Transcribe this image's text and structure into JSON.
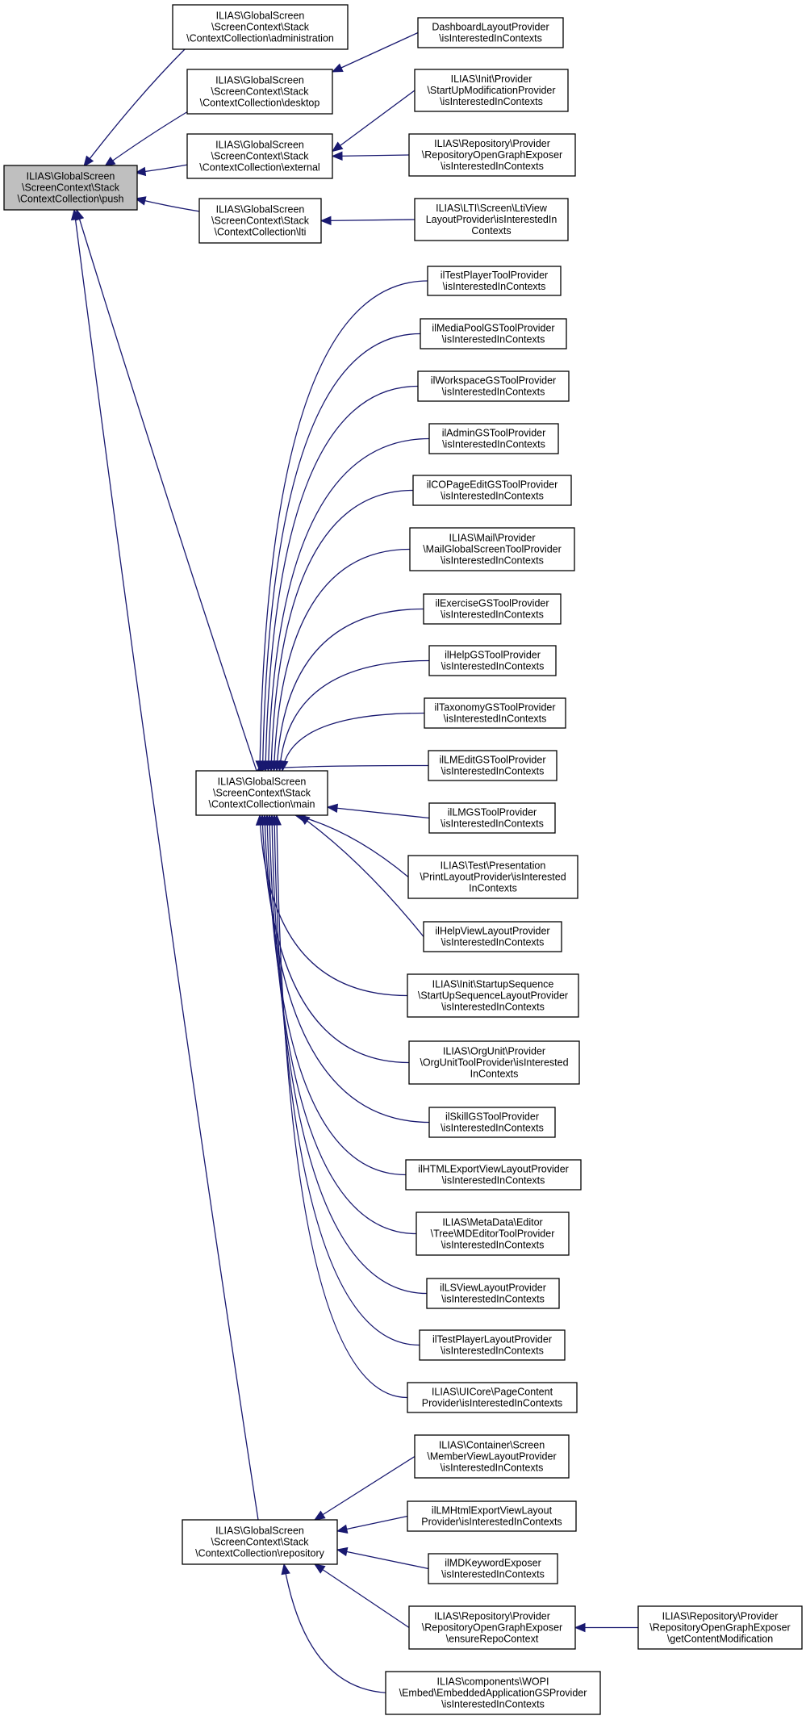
{
  "colors": {
    "edge": "#191970",
    "node_border": "#000000",
    "node_fill": "#ffffff",
    "root_fill": "#bfbfbf"
  },
  "nodes": [
    {
      "id": "push",
      "lines": [
        "ILIAS\\GlobalScreen",
        "\\ScreenContext\\Stack",
        "\\ContextCollection\\push"
      ],
      "highlight": true
    },
    {
      "id": "administration",
      "lines": [
        "ILIAS\\GlobalScreen",
        "\\ScreenContext\\Stack",
        "\\ContextCollection\\administration"
      ]
    },
    {
      "id": "desktop",
      "lines": [
        "ILIAS\\GlobalScreen",
        "\\ScreenContext\\Stack",
        "\\ContextCollection\\desktop"
      ]
    },
    {
      "id": "external",
      "lines": [
        "ILIAS\\GlobalScreen",
        "\\ScreenContext\\Stack",
        "\\ContextCollection\\external"
      ]
    },
    {
      "id": "lti",
      "lines": [
        "ILIAS\\GlobalScreen",
        "\\ScreenContext\\Stack",
        "\\ContextCollection\\lti"
      ]
    },
    {
      "id": "main",
      "lines": [
        "ILIAS\\GlobalScreen",
        "\\ScreenContext\\Stack",
        "\\ContextCollection\\main"
      ]
    },
    {
      "id": "repository",
      "lines": [
        "ILIAS\\GlobalScreen",
        "\\ScreenContext\\Stack",
        "\\ContextCollection\\repository"
      ]
    },
    {
      "id": "dashboard",
      "lines": [
        "DashboardLayoutProvider",
        "\\isInterestedInContexts"
      ]
    },
    {
      "id": "startupmod",
      "lines": [
        "ILIAS\\Init\\Provider",
        "\\StartUpModificationProvider",
        "\\isInterestedInContexts"
      ]
    },
    {
      "id": "repoog1",
      "lines": [
        "ILIAS\\Repository\\Provider",
        "\\RepositoryOpenGraphExposer",
        "\\isInterestedInContexts"
      ]
    },
    {
      "id": "ltiview",
      "lines": [
        "ILIAS\\LTI\\Screen\\LtiView",
        "LayoutProvider\\isInterestedIn",
        "Contexts"
      ]
    },
    {
      "id": "testplayertool",
      "lines": [
        "ilTestPlayerToolProvider",
        "\\isInterestedInContexts"
      ]
    },
    {
      "id": "mediapool",
      "lines": [
        "ilMediaPoolGSToolProvider",
        "\\isInterestedInContexts"
      ]
    },
    {
      "id": "workspace",
      "lines": [
        "ilWorkspaceGSToolProvider",
        "\\isInterestedInContexts"
      ]
    },
    {
      "id": "admin",
      "lines": [
        "ilAdminGSToolProvider",
        "\\isInterestedInContexts"
      ]
    },
    {
      "id": "copage",
      "lines": [
        "ilCOPageEditGSToolProvider",
        "\\isInterestedInContexts"
      ]
    },
    {
      "id": "mail",
      "lines": [
        "ILIAS\\Mail\\Provider",
        "\\MailGlobalScreenToolProvider",
        "\\isInterestedInContexts"
      ]
    },
    {
      "id": "exercise",
      "lines": [
        "ilExerciseGSToolProvider",
        "\\isInterestedInContexts"
      ]
    },
    {
      "id": "help",
      "lines": [
        "ilHelpGSToolProvider",
        "\\isInterestedInContexts"
      ]
    },
    {
      "id": "taxonomy",
      "lines": [
        "ilTaxonomyGSToolProvider",
        "\\isInterestedInContexts"
      ]
    },
    {
      "id": "lmedit",
      "lines": [
        "ilLMEditGSToolProvider",
        "\\isInterestedInContexts"
      ]
    },
    {
      "id": "lmgs",
      "lines": [
        "ilLMGSToolProvider",
        "\\isInterestedInContexts"
      ]
    },
    {
      "id": "testprint",
      "lines": [
        "ILIAS\\Test\\Presentation",
        "\\PrintLayoutProvider\\isInterested",
        "InContexts"
      ]
    },
    {
      "id": "helpview",
      "lines": [
        "ilHelpViewLayoutProvider",
        "\\isInterestedInContexts"
      ]
    },
    {
      "id": "startupseq",
      "lines": [
        "ILIAS\\Init\\StartupSequence",
        "\\StartUpSequenceLayoutProvider",
        "\\isInterestedInContexts"
      ]
    },
    {
      "id": "orgunit",
      "lines": [
        "ILIAS\\OrgUnit\\Provider",
        "\\OrgUnitToolProvider\\isInterested",
        "InContexts"
      ]
    },
    {
      "id": "skill",
      "lines": [
        "ilSkillGSToolProvider",
        "\\isInterestedInContexts"
      ]
    },
    {
      "id": "htmlexport",
      "lines": [
        "ilHTMLExportViewLayoutProvider",
        "\\isInterestedInContexts"
      ]
    },
    {
      "id": "mdeditor",
      "lines": [
        "ILIAS\\MetaData\\Editor",
        "\\Tree\\MDEditorToolProvider",
        "\\isInterestedInContexts"
      ]
    },
    {
      "id": "lsview",
      "lines": [
        "ilLSViewLayoutProvider",
        "\\isInterestedInContexts"
      ]
    },
    {
      "id": "testplayerlayout",
      "lines": [
        "ilTestPlayerLayoutProvider",
        "\\isInterestedInContexts"
      ]
    },
    {
      "id": "uicore",
      "lines": [
        "ILIAS\\UICore\\PageContent",
        "Provider\\isInterestedInContexts"
      ]
    },
    {
      "id": "memberview",
      "lines": [
        "ILIAS\\Container\\Screen",
        "\\MemberViewLayoutProvider",
        "\\isInterestedInContexts"
      ]
    },
    {
      "id": "lmhtml",
      "lines": [
        "ilLMHtmlExportViewLayout",
        "Provider\\isInterestedInContexts"
      ]
    },
    {
      "id": "mdkeyword",
      "lines": [
        "ilMDKeywordExposer",
        "\\isInterestedInContexts"
      ]
    },
    {
      "id": "repoog2",
      "lines": [
        "ILIAS\\Repository\\Provider",
        "\\RepositoryOpenGraphExposer",
        "\\ensureRepoContext"
      ]
    },
    {
      "id": "getcontent",
      "lines": [
        "ILIAS\\Repository\\Provider",
        "\\RepositoryOpenGraphExposer",
        "\\getContentModification"
      ]
    },
    {
      "id": "wopi",
      "lines": [
        "ILIAS\\components\\WOPI",
        "\\Embed\\EmbeddedApplicationGSProvider",
        "\\isInterestedInContexts"
      ]
    }
  ],
  "edges": [
    [
      "administration",
      "push"
    ],
    [
      "desktop",
      "push"
    ],
    [
      "external",
      "push"
    ],
    [
      "lti",
      "push"
    ],
    [
      "main",
      "push"
    ],
    [
      "repository",
      "push"
    ],
    [
      "dashboard",
      "desktop"
    ],
    [
      "startupmod",
      "external"
    ],
    [
      "repoog1",
      "external"
    ],
    [
      "ltiview",
      "lti"
    ],
    [
      "testplayertool",
      "main"
    ],
    [
      "mediapool",
      "main"
    ],
    [
      "workspace",
      "main"
    ],
    [
      "admin",
      "main"
    ],
    [
      "copage",
      "main"
    ],
    [
      "mail",
      "main"
    ],
    [
      "exercise",
      "main"
    ],
    [
      "help",
      "main"
    ],
    [
      "taxonomy",
      "main"
    ],
    [
      "lmedit",
      "main"
    ],
    [
      "lmgs",
      "main"
    ],
    [
      "testprint",
      "main"
    ],
    [
      "helpview",
      "main"
    ],
    [
      "startupseq",
      "main"
    ],
    [
      "orgunit",
      "main"
    ],
    [
      "skill",
      "main"
    ],
    [
      "htmlexport",
      "main"
    ],
    [
      "mdeditor",
      "main"
    ],
    [
      "lsview",
      "main"
    ],
    [
      "testplayerlayout",
      "main"
    ],
    [
      "uicore",
      "main"
    ],
    [
      "memberview",
      "repository"
    ],
    [
      "lmhtml",
      "repository"
    ],
    [
      "mdkeyword",
      "repository"
    ],
    [
      "repoog2",
      "repository"
    ],
    [
      "wopi",
      "repository"
    ],
    [
      "getcontent",
      "repoog2"
    ]
  ]
}
